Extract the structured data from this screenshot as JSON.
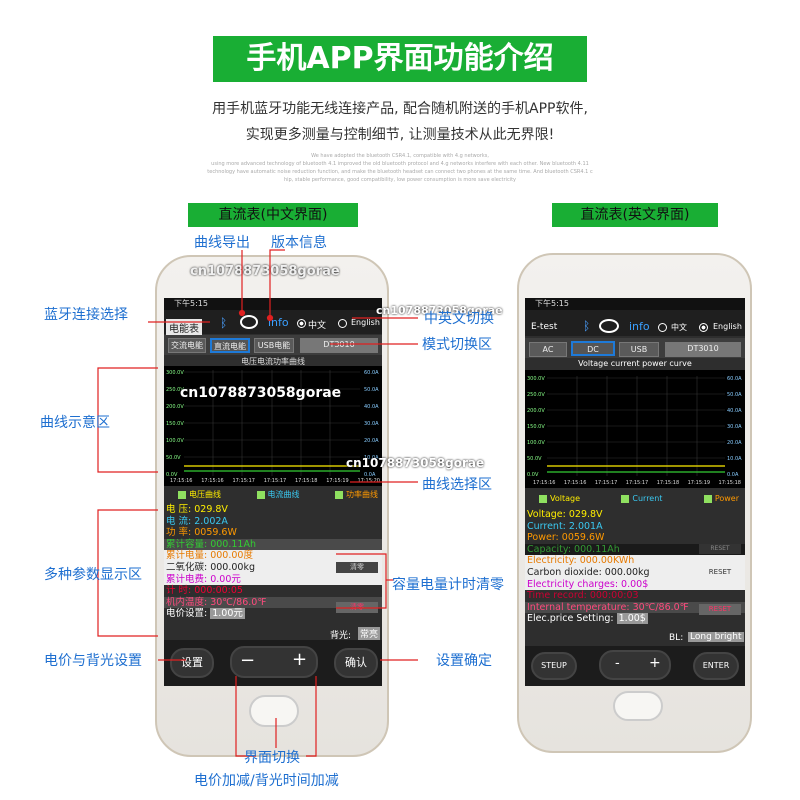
{
  "page": {
    "title": "手机APP界面功能介绍",
    "intro1": "用手机蓝牙功能无线连接产品, 配合随机附送的手机APP软件,",
    "intro2": "实现更多测量与控制细节, 让测量技术从此无界限!",
    "fine1": "We have adopted the bluetooth CSR4.1, compatible with 4.g networks,",
    "fine2": "using more advanced technology of bluetooth 4.1 improved the old bluetooth protocol and 4.g networks interfere with each other. New bluetooth 4.11",
    "fine3": "technology have automatic noise reduction function, and make the bluetooth headset can connect two phones at the same time. And bluetooth CSR4.1 c",
    "fine4": "hip, stable performance, good compatibility, low power consumption is more save electricity"
  },
  "sections": {
    "left": "直流表(中文界面)",
    "right": "直流表(英文界面)"
  },
  "watermark": "cn1078873058gorae",
  "annotations": {
    "curve_export": "曲线导出",
    "version": "版本信息",
    "bt": "蓝牙连接选择",
    "lang": "中英文切换",
    "mode": "模式切换区",
    "curve_area": "曲线示意区",
    "curve_sel": "曲线选择区",
    "params": "多种参数显示区",
    "reset": "容量电量计时清零",
    "price": "电价与背光设置",
    "confirm": "设置确定",
    "switch": "界面切换",
    "plus": "电价加减/背光时间加减"
  },
  "cn": {
    "status_time": "下午5:15",
    "tag": "电能表",
    "info": "info",
    "lang_cn": "中文",
    "lang_en": "English",
    "modes": [
      "交流电能",
      "直流电能",
      "USB电能"
    ],
    "model": "DT3010",
    "chart_title": "电压电流功率曲线",
    "yleft": [
      "300.0V",
      "250.0V",
      "200.0V",
      "150.0V",
      "100.0V",
      "50.0V",
      "0.0V"
    ],
    "yright": [
      "60.0A",
      "50.0A",
      "40.0A",
      "30.0A",
      "20.0A",
      "10.0A",
      "0.0A"
    ],
    "times": [
      "17:15:16",
      "17:15:16",
      "17:15:17",
      "17:15:17",
      "17:15:18",
      "17:15:19",
      "17:15:20"
    ],
    "checks": [
      "电压曲线",
      "电流曲线",
      "功率曲线"
    ],
    "voltage": "电   压: 029.8V",
    "current": "电   流: 2.002A",
    "power": "功   率: 0059.6W",
    "capacity": "累计容量: 000.11Ah",
    "clear_btn": "清零",
    "energy": "累计电量: 000.00度",
    "co2": "二氧化碳: 000.00kg",
    "cost": "累计电费: 0.00元",
    "timer": "计   时: 000:00:05",
    "clear_btn2": "清零",
    "temp": "机内温度: 30℃/86.0℉",
    "price_label": "电价设置:",
    "price_val": "1.00元",
    "bl_label": "背光:",
    "bl_val": "常亮",
    "btn_set": "设置",
    "btn_minus": "−",
    "btn_plus": "+",
    "btn_ok": "确认"
  },
  "en": {
    "status_time": "下午5:15",
    "tag": "E-test",
    "info": "info",
    "lang_cn": "中文",
    "lang_en": "English",
    "modes": [
      "AC",
      "DC",
      "USB"
    ],
    "model": "DT3010",
    "chart_title": "Voltage current power curve",
    "yleft": [
      "300.0V",
      "250.0V",
      "200.0V",
      "150.0V",
      "100.0V",
      "50.0V",
      "0.0V"
    ],
    "yright": [
      "60.0A",
      "50.0A",
      "40.0A",
      "30.0A",
      "20.0A",
      "10.0A",
      "0.0A"
    ],
    "times": [
      "17:15:16",
      "17:15:16",
      "17:15:17",
      "17:15:17",
      "17:15:18",
      "17:15:19",
      "17:15:18"
    ],
    "checks": [
      "Voltage",
      "Current",
      "Power"
    ],
    "voltage": "Voltage: 029.8V",
    "current": "Current: 2.001A",
    "power": "Power: 0059.6W",
    "capacity": "Capacity: 000.11Ah",
    "reset1": "RESET",
    "reset2": "RESET",
    "energy": "Electricity: 000.00KWh",
    "co2": "Carbon dioxide: 000.00kg",
    "cost": "Electricity charges: 0.00$",
    "timer": "Time record: 000:00:03",
    "reset3": "RESET",
    "temp": "Internal temperature: 30℃/86.0℉",
    "price_label": "Elec.price Setting:",
    "price_val": "1.00$",
    "bl_label": "BL:",
    "bl_val": "Long bright",
    "btn_set": "STEUP",
    "btn_minus": "-",
    "btn_plus": "+",
    "btn_ok": "ENTER"
  },
  "colors": {
    "green": "#19ae34",
    "annotation": "#1e6fd0",
    "voltage": "#ffee00",
    "current": "#3ac8f0",
    "power": "#ff9900"
  }
}
